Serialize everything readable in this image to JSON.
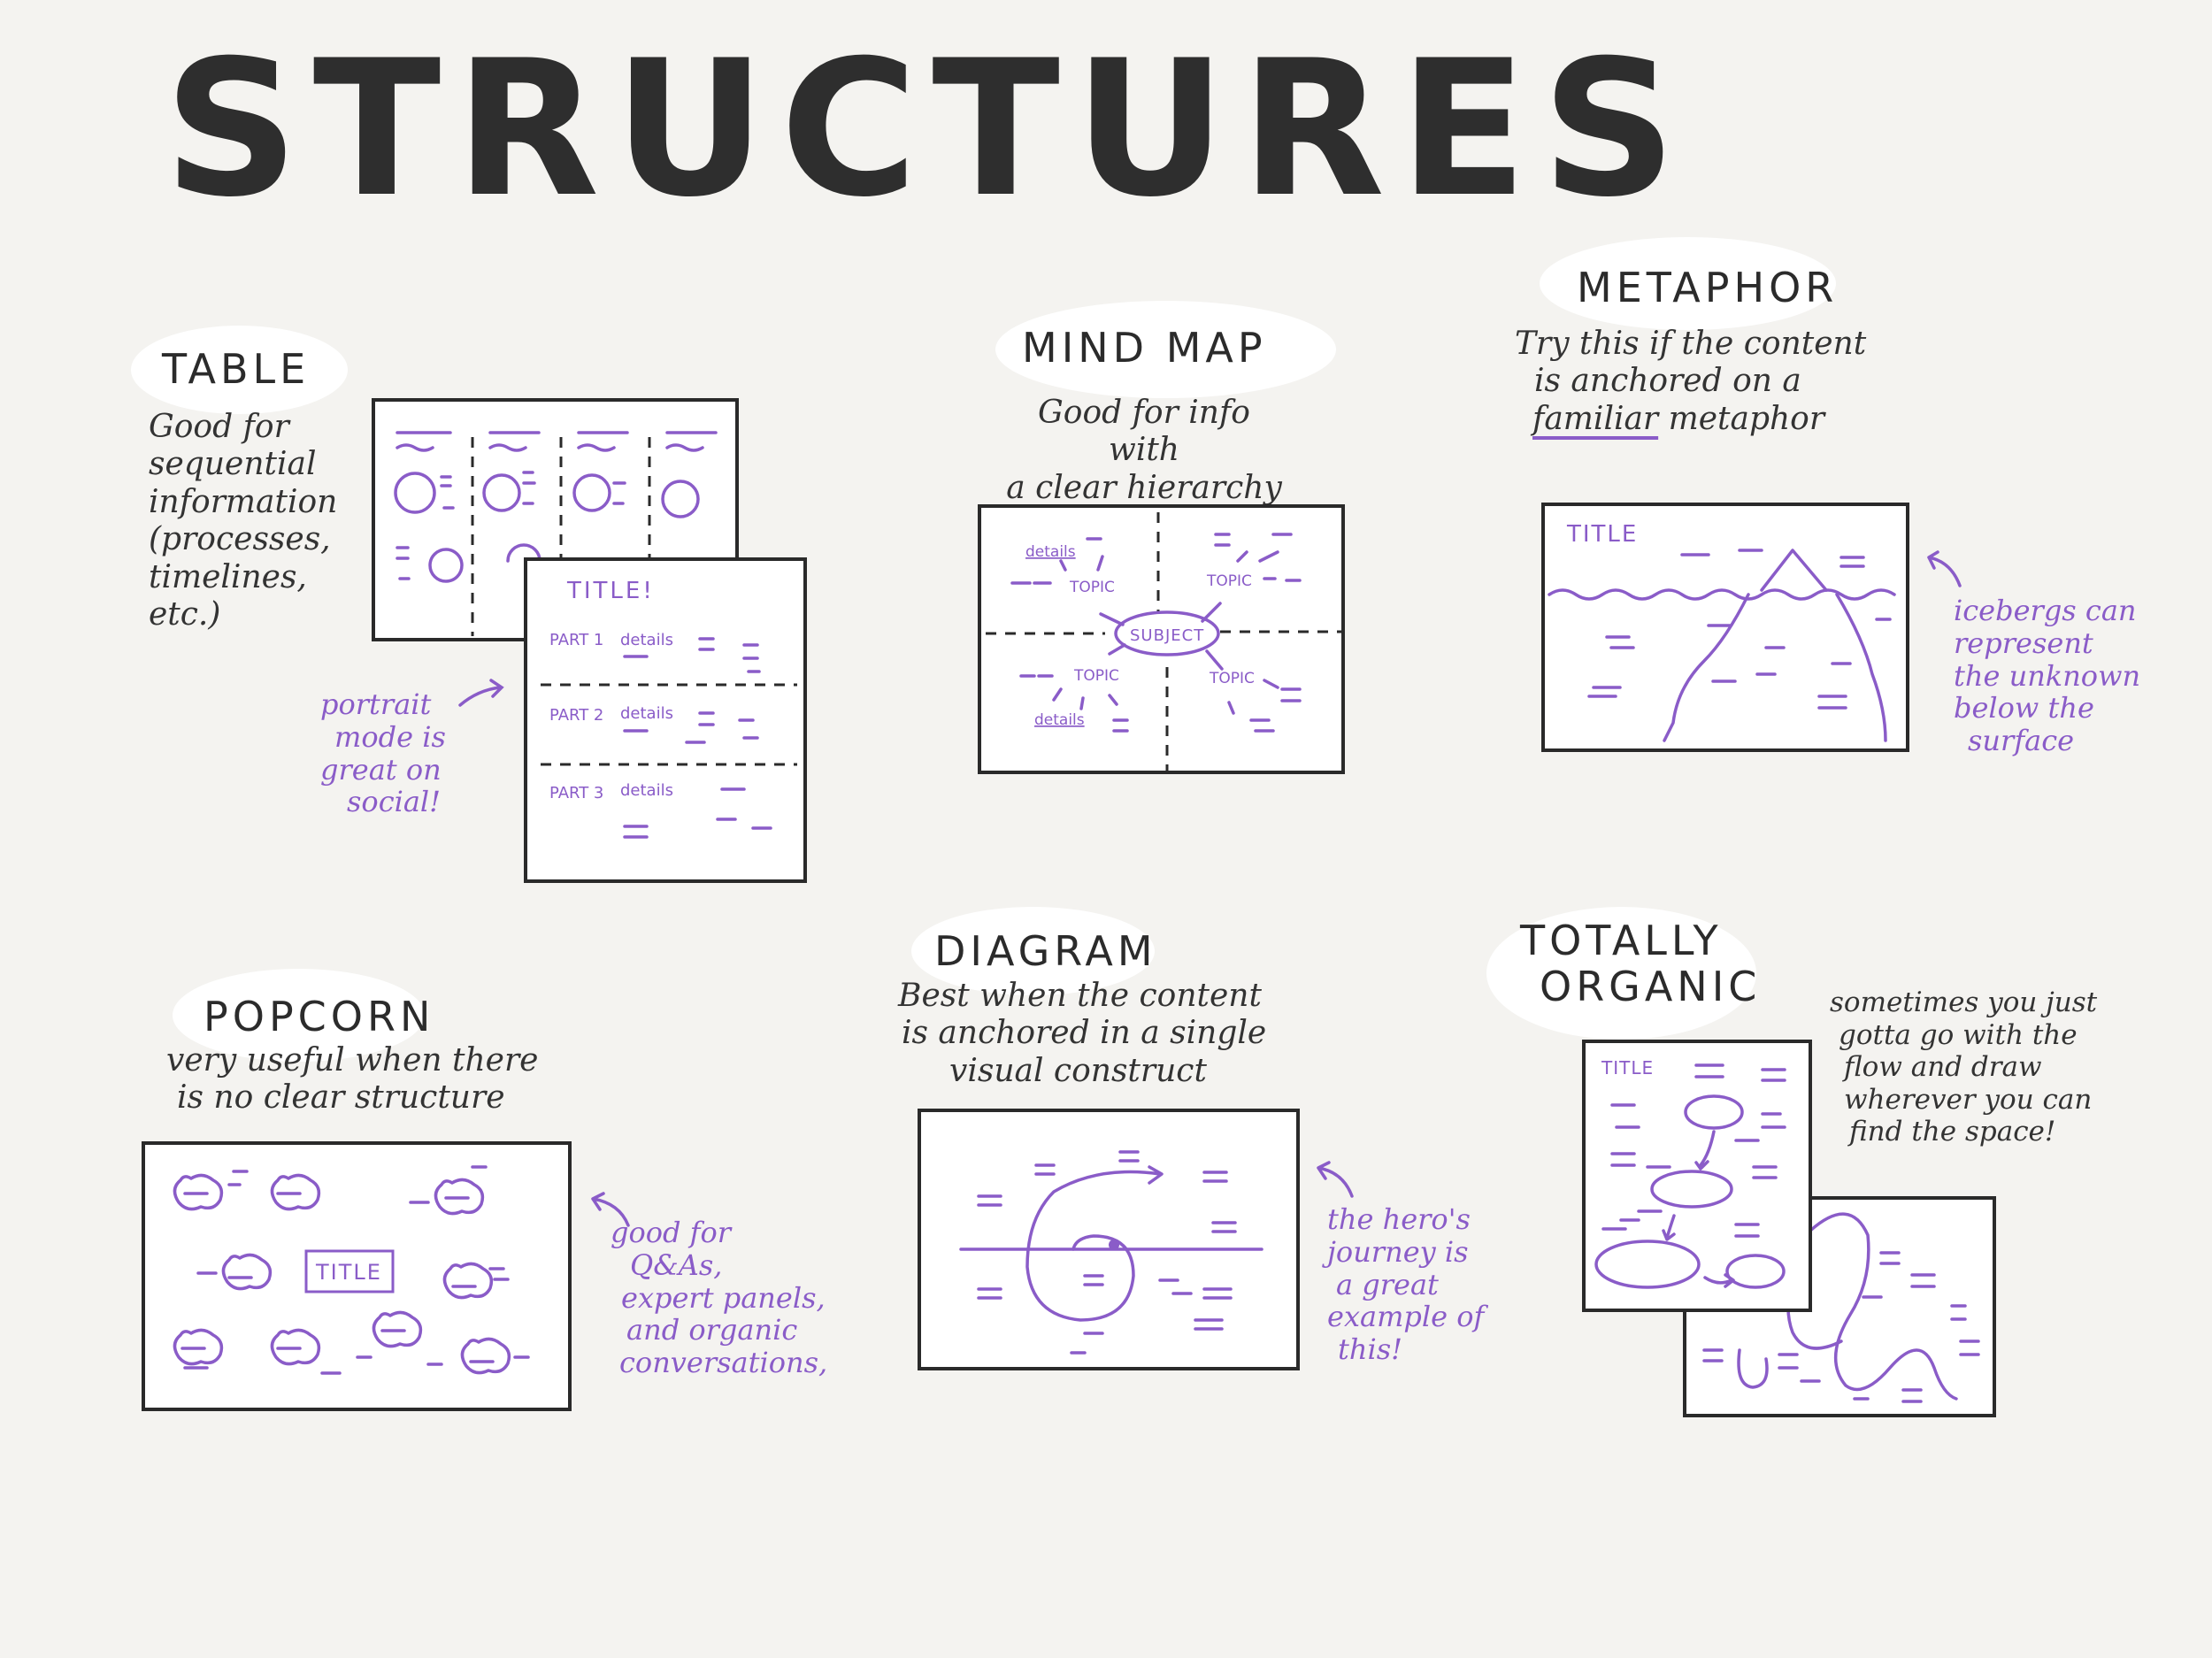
{
  "title": "STRUCTURES",
  "sections": {
    "table": {
      "heading": "TABLE",
      "description": [
        "Good for",
        "sequential",
        "information",
        "(processes,",
        "timelines, etc.)"
      ],
      "note": [
        "portrait",
        "mode is",
        "great on",
        "social!"
      ],
      "card_title": "TITLE!",
      "parts": [
        "PART 1",
        "PART 2",
        "PART 3"
      ],
      "details": "details"
    },
    "mindmap": {
      "heading": "MIND MAP",
      "description": [
        "Good for info with",
        "a clear hierarchy"
      ],
      "subject": "SUBJECT",
      "topic": "TOPIC",
      "details": "details"
    },
    "metaphor": {
      "heading": "METAPHOR",
      "description_lines": [
        "Try this if the content",
        "is anchored on a"
      ],
      "description_underlined": "familiar",
      "description_tail": " metaphor",
      "card_title": "TITLE",
      "note": [
        "icebergs can",
        "represent",
        "the unknown",
        "below the",
        "surface"
      ]
    },
    "popcorn": {
      "heading": "POPCORN",
      "description": [
        "very useful when there",
        "is no clear structure"
      ],
      "card_title": "TITLE",
      "note": [
        "good for",
        "Q&As,",
        "expert panels,",
        "and organic",
        "conversations,"
      ]
    },
    "diagram": {
      "heading": "DIAGRAM",
      "description": [
        "Best when the content",
        "is anchored in a single",
        "visual construct"
      ],
      "note": [
        "the hero's",
        "journey is",
        "a great",
        "example of",
        "this!"
      ]
    },
    "organic": {
      "heading": "TOTALLY ORGANIC",
      "heading_lines": [
        "TOTALLY",
        "ORGANIC"
      ],
      "description": [
        "sometimes you just",
        "gotta go with the",
        "flow and draw",
        "wherever you can",
        "find the space!"
      ],
      "card_title": "TITLE"
    }
  },
  "colors": {
    "accent": "#8a5cc8",
    "ink": "#2a2a2a",
    "background": "#f4f3f0"
  }
}
